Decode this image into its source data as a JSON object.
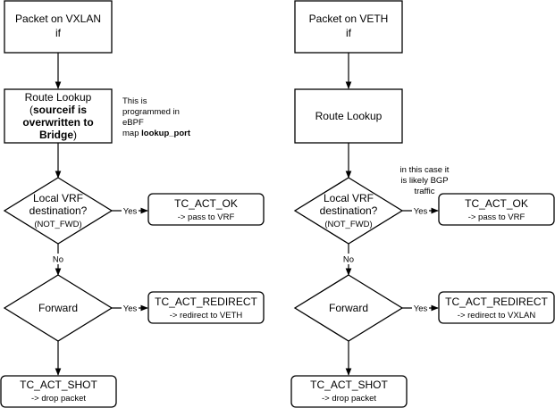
{
  "left": {
    "start": {
      "line1": "Packet on VXLAN",
      "line2": "if"
    },
    "lookup": {
      "line1": "Route Lookup",
      "line2_prefix": "(",
      "line2_bold": "sourceif is",
      "line3_bold": "overwritten to",
      "line4_bold": "Bridge",
      "line4_suffix": ")"
    },
    "note": {
      "line1": "This is",
      "line2": "programmed in",
      "line3": "eBPF",
      "line4_prefix": "map ",
      "line4_bold": "lookup_port"
    },
    "decision_vrf": {
      "line1": "Local VRF",
      "line2": "destination?",
      "line3": "(NOT_FWD)"
    },
    "yes1": "Yes",
    "ok": {
      "title": "TC_ACT_OK",
      "subtitle": "-> pass to VRF"
    },
    "no": "No",
    "decision_fwd": {
      "label": "Forward"
    },
    "yes2": "Yes",
    "redirect": {
      "title": "TC_ACT_REDIRECT",
      "subtitle": "-> redirect to VETH"
    },
    "shot": {
      "title": "TC_ACT_SHOT",
      "subtitle": "-> drop packet"
    }
  },
  "right": {
    "start": {
      "line1": "Packet on VETH",
      "line2": "if"
    },
    "lookup": {
      "label": "Route Lookup"
    },
    "note": {
      "line1": "in this case it",
      "line2": "is likely BGP",
      "line3": "traffic"
    },
    "decision_vrf": {
      "line1": "Local VRF",
      "line2": "destination?",
      "line3": "(NOT_FWD)"
    },
    "yes1": "Yes",
    "ok": {
      "title": "TC_ACT_OK",
      "subtitle": "-> pass to VRF"
    },
    "no": "No",
    "decision_fwd": {
      "label": "Forward"
    },
    "yes2": "Yes",
    "redirect": {
      "title": "TC_ACT_REDIRECT",
      "subtitle": "-> redirect to VXLAN"
    },
    "shot": {
      "title": "TC_ACT_SHOT",
      "subtitle": "-> drop packet"
    }
  }
}
